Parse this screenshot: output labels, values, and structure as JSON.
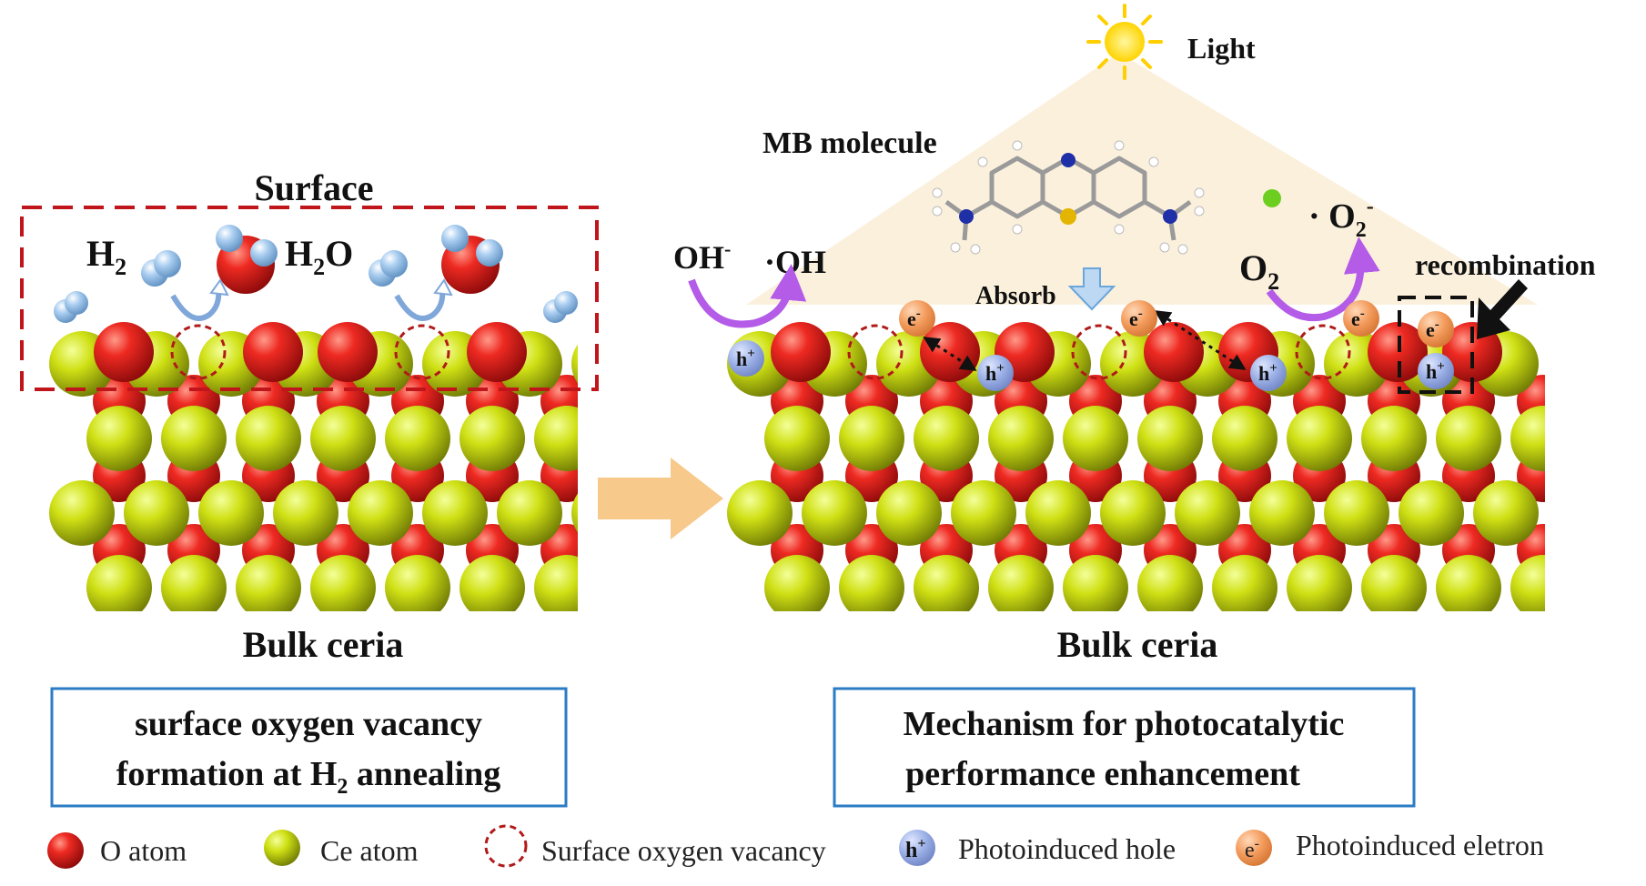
{
  "left_panel": {
    "surface_label": "Surface",
    "h2_label": "H",
    "h2_sub": "2",
    "h2o_label_a": "H",
    "h2o_sub": "2",
    "h2o_label_b": "O",
    "bulk_label": "Bulk ceria",
    "caption_line1": "surface oxygen vacancy",
    "caption_line2a": "formation at H",
    "caption_line2_sub": "2",
    "caption_line2b": " annealing"
  },
  "right_panel": {
    "light_label": "Light",
    "mb_label": "MB molecule",
    "absorb_label": "Absorb",
    "oh_minus": "OH",
    "oh_minus_sup": "-",
    "oh_radical": "·OH",
    "o2_label": "O",
    "o2_sub": "2",
    "o2_radical": "· O",
    "o2_radical_sub": "2",
    "o2_radical_sup": "-",
    "recombination_label": "recombination",
    "bulk_label": "Bulk ceria",
    "caption_line1": "Mechanism for photocatalytic",
    "caption_line2": "performance enhancement",
    "hole_glyph": "h",
    "hole_sup": "+",
    "electron_glyph": "e",
    "electron_sup": "-"
  },
  "legend": {
    "o_atom": "O atom",
    "ce_atom": "Ce atom",
    "vacancy": "Surface oxygen vacancy",
    "hole_symbol": "h",
    "hole_symbol_sup": "+",
    "hole": "Photoinduced hole",
    "electron_symbol": "e",
    "electron_symbol_sup": "-",
    "electron": "Photoinduced eletron"
  },
  "colors": {
    "o_atom": "#e0141b",
    "ce_atom": "#c8d90a",
    "vacancy": "#b11a1a",
    "hole": "#8fa8e0",
    "electron": "#f29a5a",
    "caption_border": "#2b7cc4",
    "arrow_purple": "#b45be8",
    "arrow_orange": "#f7c98a",
    "light_cone": "#fbf0dc",
    "h2_molecule": "#9fc4ea"
  }
}
